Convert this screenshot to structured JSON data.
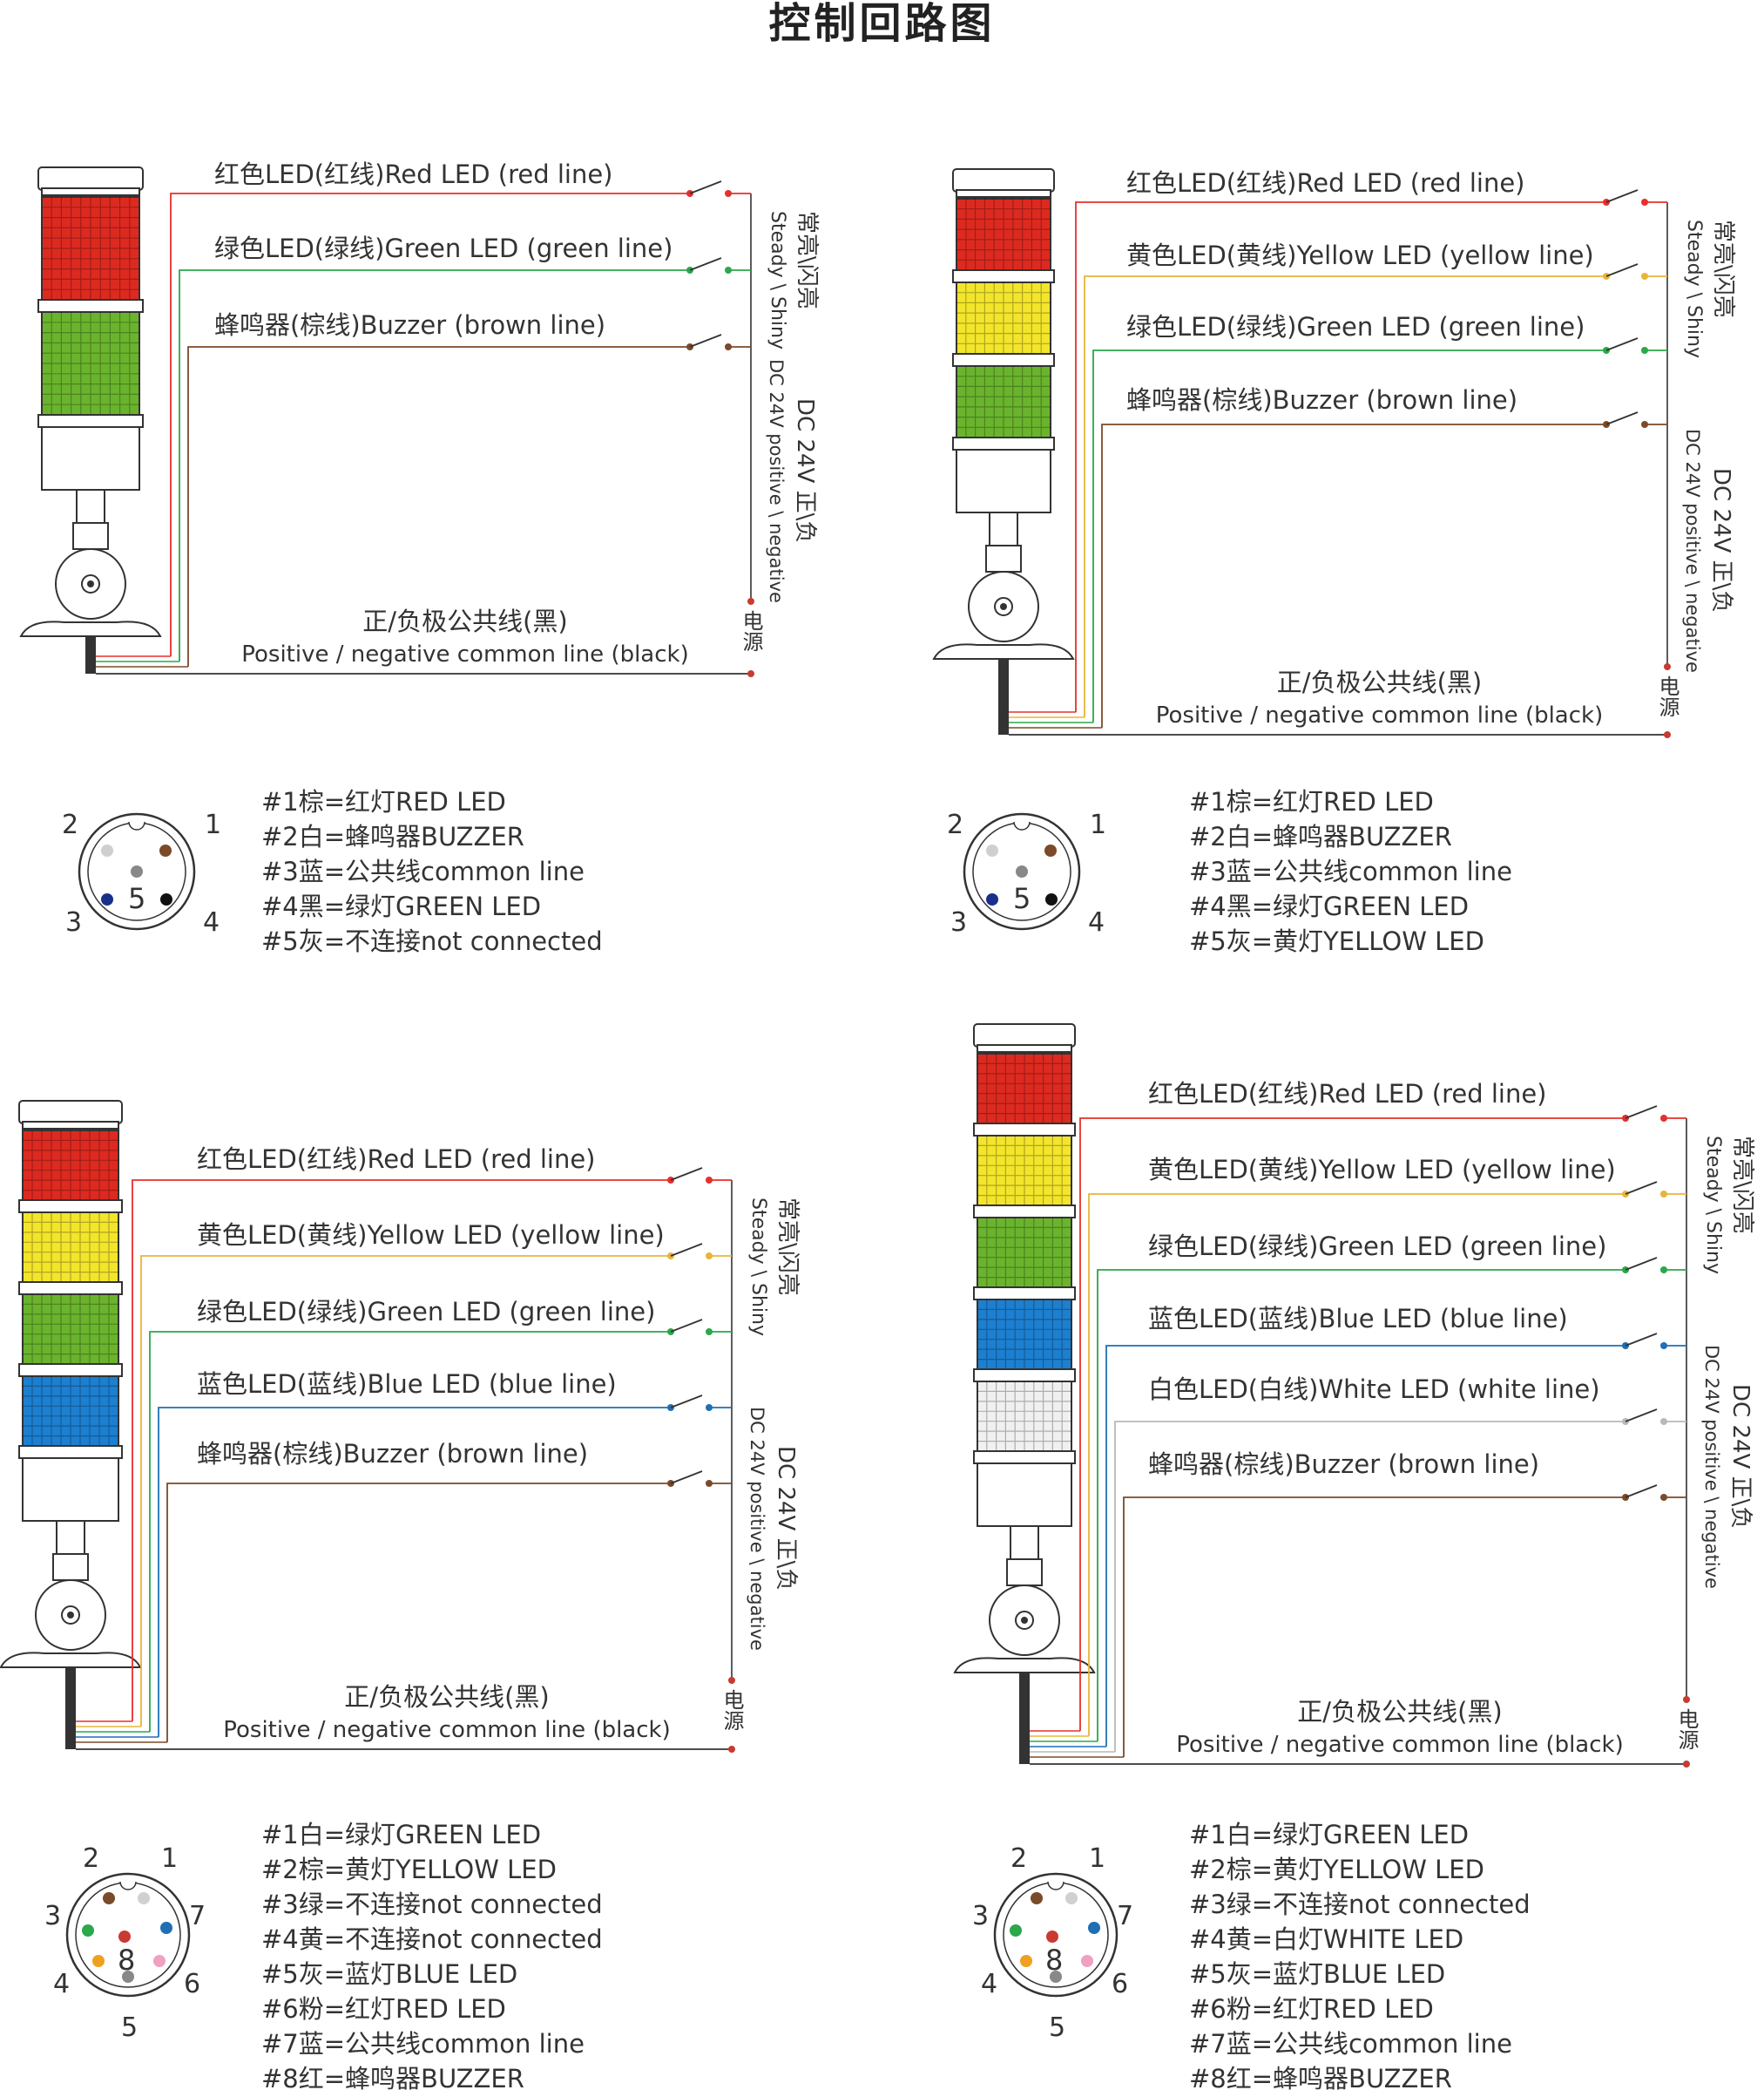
{
  "title": "控制回路图",
  "colors": {
    "red": "#e5302d",
    "yellow": "#e8b53a",
    "green": "#2aa84a",
    "blue": "#1f6fb5",
    "white": "#b9b9b9",
    "brown": "#7a4a2a",
    "black": "#333333",
    "lamp_red": "#dd2a20",
    "lamp_yellow": "#f3e52b",
    "lamp_green": "#6ab42d",
    "lamp_blue": "#1d7fd0",
    "lamp_white": "#f0f0f0",
    "dot_red": "#c93a31"
  },
  "diagrams": [
    {
      "id": "three-layer",
      "lines": [
        {
          "text": "红色LED(红线)Red LED (red line)",
          "color": "red"
        },
        {
          "text": "绿色LED(绿线)Green LED (green line)",
          "color": "green"
        },
        {
          "text": "蜂鸣器(棕线)Buzzer (brown line)",
          "color": "brown"
        }
      ],
      "common_line_cn": "正/负极公共线(黑)",
      "common_line_en": "Positive / negative common line (black)",
      "mode_cn": "常亮\\闪亮",
      "mode_en": "Steady \\ Shiny",
      "dc_cn": "DC 24V 正\\负",
      "dc_en": "DC 24V positive \\ negative",
      "power": "电源",
      "lamp_layers": [
        "lamp_red",
        "lamp_green"
      ],
      "connector": {
        "type": "5pin",
        "center_number": "5",
        "pin_numbers": [
          "1",
          "2",
          "3",
          "4"
        ],
        "pins": [
          "#1棕=红灯RED LED",
          "#2白=蜂鸣器BUZZER",
          "#3蓝=公共线common line",
          "#4黑=绿灯GREEN LED",
          "#5灰=不连接not connected"
        ]
      }
    },
    {
      "id": "four-layer",
      "lines": [
        {
          "text": "红色LED(红线)Red LED (red line)",
          "color": "red"
        },
        {
          "text": "黄色LED(黄线)Yellow LED (yellow line)",
          "color": "yellow"
        },
        {
          "text": "绿色LED(绿线)Green LED (green line)",
          "color": "green"
        },
        {
          "text": "蜂鸣器(棕线)Buzzer (brown line)",
          "color": "brown"
        }
      ],
      "common_line_cn": "正/负极公共线(黑)",
      "common_line_en": "Positive / negative common line (black)",
      "mode_cn": "常亮\\闪亮",
      "mode_en": "Steady \\ Shiny",
      "dc_cn": "DC 24V 正\\负",
      "dc_en": "DC 24V positive \\ negative",
      "power": "电源",
      "lamp_layers": [
        "lamp_red",
        "lamp_yellow",
        "lamp_green"
      ],
      "connector": {
        "type": "5pin",
        "center_number": "5",
        "pin_numbers": [
          "1",
          "2",
          "3",
          "4"
        ],
        "pins": [
          "#1棕=红灯RED LED",
          "#2白=蜂鸣器BUZZER",
          "#3蓝=公共线common line",
          "#4黑=绿灯GREEN LED",
          "#5灰=黄灯YELLOW LED"
        ]
      }
    },
    {
      "id": "five-layer",
      "lines": [
        {
          "text": "红色LED(红线)Red LED (red line)",
          "color": "red"
        },
        {
          "text": "黄色LED(黄线)Yellow LED (yellow line)",
          "color": "yellow"
        },
        {
          "text": "绿色LED(绿线)Green LED (green line)",
          "color": "green"
        },
        {
          "text": "蓝色LED(蓝线)Blue LED (blue line)",
          "color": "blue"
        },
        {
          "text": "蜂鸣器(棕线)Buzzer (brown line)",
          "color": "brown"
        }
      ],
      "common_line_cn": "正/负极公共线(黑)",
      "common_line_en": "Positive / negative common line (black)",
      "mode_cn": "常亮\\闪亮",
      "mode_en": "Steady \\ Shiny",
      "dc_cn": "DC 24V 正\\负",
      "dc_en": "DC 24V positive \\ negative",
      "power": "电源",
      "lamp_layers": [
        "lamp_red",
        "lamp_yellow",
        "lamp_green",
        "lamp_blue"
      ],
      "connector": {
        "type": "8pin",
        "center_number": "8",
        "pin_numbers": [
          "1",
          "2",
          "3",
          "4",
          "5",
          "6",
          "7"
        ],
        "pins": [
          "#1白=绿灯GREEN LED",
          "#2棕=黄灯YELLOW LED",
          "#3绿=不连接not connected",
          "#4黄=不连接not connected",
          "#5灰=蓝灯BLUE LED",
          "#6粉=红灯RED LED",
          "#7蓝=公共线common line",
          "#8红=蜂鸣器BUZZER"
        ]
      }
    },
    {
      "id": "six-layer",
      "lines": [
        {
          "text": "红色LED(红线)Red LED (red line)",
          "color": "red"
        },
        {
          "text": "黄色LED(黄线)Yellow LED (yellow line)",
          "color": "yellow"
        },
        {
          "text": "绿色LED(绿线)Green LED (green line)",
          "color": "green"
        },
        {
          "text": "蓝色LED(蓝线)Blue LED (blue line)",
          "color": "blue"
        },
        {
          "text": "白色LED(白线)White LED (white line)",
          "color": "white"
        },
        {
          "text": "蜂鸣器(棕线)Buzzer (brown line)",
          "color": "brown"
        }
      ],
      "common_line_cn": "正/负极公共线(黑)",
      "common_line_en": "Positive / negative common line (black)",
      "mode_cn": "常亮\\闪亮",
      "mode_en": "Steady \\ Shiny",
      "dc_cn": "DC 24V 正\\负",
      "dc_en": "DC 24V positive \\ negative",
      "power": "电源",
      "lamp_layers": [
        "lamp_red",
        "lamp_yellow",
        "lamp_green",
        "lamp_blue",
        "lamp_white"
      ],
      "connector": {
        "type": "8pin",
        "center_number": "8",
        "pin_numbers": [
          "1",
          "2",
          "3",
          "4",
          "5",
          "6",
          "7"
        ],
        "pins": [
          "#1白=绿灯GREEN LED",
          "#2棕=黄灯YELLOW LED",
          "#3绿=不连接not connected",
          "#4黄=白灯WHITE LED",
          "#5灰=蓝灯BLUE LED",
          "#6粉=红灯RED LED",
          "#7蓝=公共线common line",
          "#8红=蜂鸣器BUZZER"
        ]
      }
    }
  ]
}
